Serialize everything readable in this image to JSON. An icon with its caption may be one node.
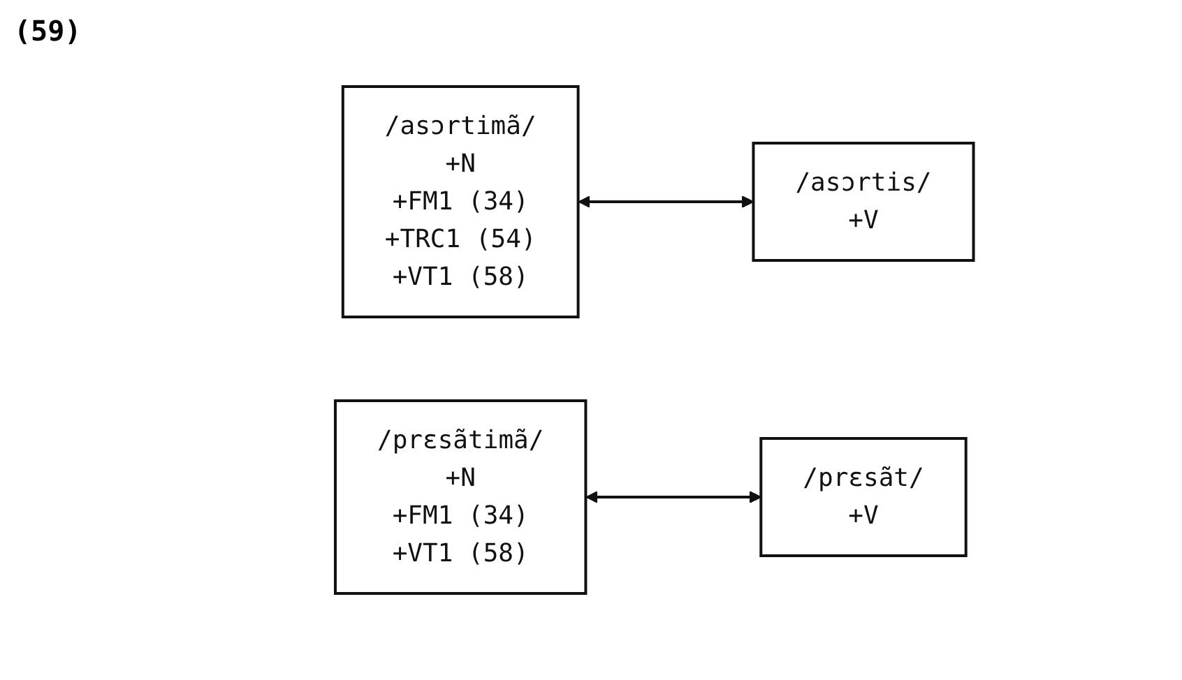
{
  "diagram": {
    "nodes": [
      {
        "text": [
          "/asɔrtimã/",
          "+N",
          "+FM1 (34)",
          "+TRC1 (54)",
          "+VT1 (58)"
        ]
      },
      {
        "text": [
          "/asɔrtis/",
          "+V"
        ]
      },
      {
        "text": [
          "/prɛsãtimã/",
          "+N",
          "+FM1 (34)",
          "+VT1 (58)"
        ]
      },
      {
        "text": [
          "/prɛsãt/",
          "+V"
        ]
      }
    ],
    "edges": [
      {
        "from": 0,
        "to": 1,
        "arrow": "both"
      },
      {
        "from": 2,
        "to": 3,
        "arrow": "both"
      }
    ],
    "labels": [
      "(59)"
    ]
  }
}
